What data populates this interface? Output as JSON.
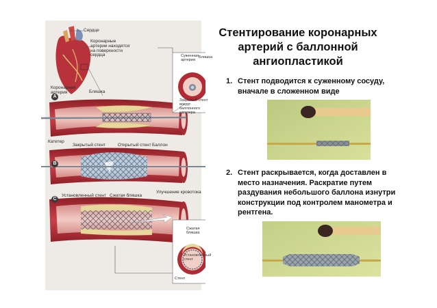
{
  "title": "Стентирование коронарных артерий с баллонной ангиопластикой",
  "steps": [
    {
      "number": "1.",
      "text": "Стент подводится к суженному сосуду, вначале в сложенном виде"
    },
    {
      "number": "2.",
      "text": "Стент раскрывается, когда доставлен в место назначения. Раскратие путем раздувания небольшого баллона изнутри конструкции под контролем манометра и рентгена."
    }
  ],
  "diagram": {
    "labels": {
      "heart": "Сердце",
      "coronary_on_surface": "Коронарные артерии находятся на поверхности сердца",
      "coronary_artery": "Коронарная артерия",
      "plaque": "Бляшка",
      "narrowed_artery": "Суженная артерия",
      "plaque_small": "Бляшка",
      "closed_stent_on_catheter": "Закрытый стент вокруг баллонного катетера",
      "catheter": "Катетер",
      "closed_stent": "Закрытый стент",
      "open_stent": "Открытый стент",
      "balloon": "Баллон",
      "installed_stent": "Установленный стент",
      "compressed_plaque": "Сжатая бляшка",
      "improved_flow": "Улучшение кровотока",
      "compressed_plaque_small": "Сжатая бляшка",
      "installed_stent_small": "Установленный стент",
      "stent": "Стент"
    },
    "panel_letters": [
      "A",
      "B",
      "C"
    ]
  },
  "colors": {
    "artery_outer": "#c0303a",
    "artery_inner": "#e8b7b0",
    "plaque": "#e8d79c",
    "stent": "#5a6a7a",
    "balloon": "#b7cfe3",
    "photo_bg": "#cfd98a"
  }
}
